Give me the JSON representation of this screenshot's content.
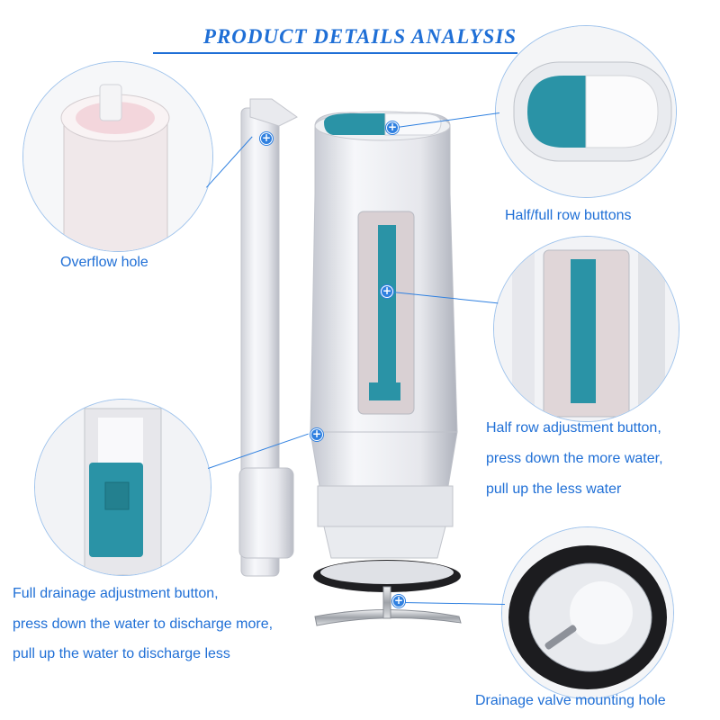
{
  "heading": "PRODUCT DETAILS ANALYSIS",
  "callouts": {
    "overflow_hole": "Overflow hole",
    "half_full_buttons": "Half/full row buttons",
    "half_row_adjustment": [
      "Half row adjustment button,",
      "press down the more water,",
      "pull up the less water"
    ],
    "full_drainage_adjustment": [
      "Full drainage adjustment button,",
      "press down the water to discharge more,",
      "pull up the water to discharge less"
    ],
    "drainage_valve": "Drainage valve mounting hole"
  },
  "colors": {
    "accent_blue": "#1f6fd6",
    "teal_part": "#2a93a6",
    "plastic_white": "#eeeff3"
  }
}
